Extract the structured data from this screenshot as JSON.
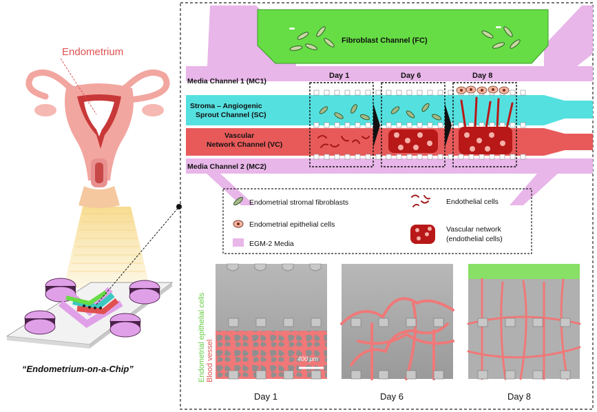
{
  "left": {
    "organ_label": "Endometrium",
    "chip_caption": "“Endometrium-on-a-Chip”"
  },
  "channels": {
    "fibroblast": "Fibroblast Channel (FC)",
    "media1": "Media Channel 1 (MC1)",
    "stroma_line1": "Stroma – Angiogenic",
    "stroma_line2": "Sprout Channel (SC)",
    "vascular_line1": "Vascular",
    "vascular_line2": "Network Channel (VC)",
    "media2": "Media Channel 2 (MC2)"
  },
  "day_labels": [
    "Day 1",
    "Day 6",
    "Day 8"
  ],
  "legend": {
    "stromal": "Endometrial stromal fibroblasts",
    "epithelial": "Endometrial epithelial cells",
    "media": "EGM-2 Media",
    "endothelial": "Endothelial cells",
    "vascular_line1": "Vascular network",
    "vascular_line2": "(endothelial cells)"
  },
  "micrographs": {
    "side_label_green": "Endometrial epithelial cells",
    "side_label_red": "Blood vessel",
    "scale_bar": "400 μm",
    "captions": [
      "Day 1",
      "Day 6",
      "Day 8"
    ]
  },
  "colors": {
    "fibroblast_green": "#66dd44",
    "media_pink": "#e8b6e8",
    "stroma_cyan": "#55e0e0",
    "vascular_red": "#e85a5a",
    "vessel_dark": "#b81818",
    "uterus_pink": "#f2a6a0",
    "organ_label_red": "#e05050"
  }
}
